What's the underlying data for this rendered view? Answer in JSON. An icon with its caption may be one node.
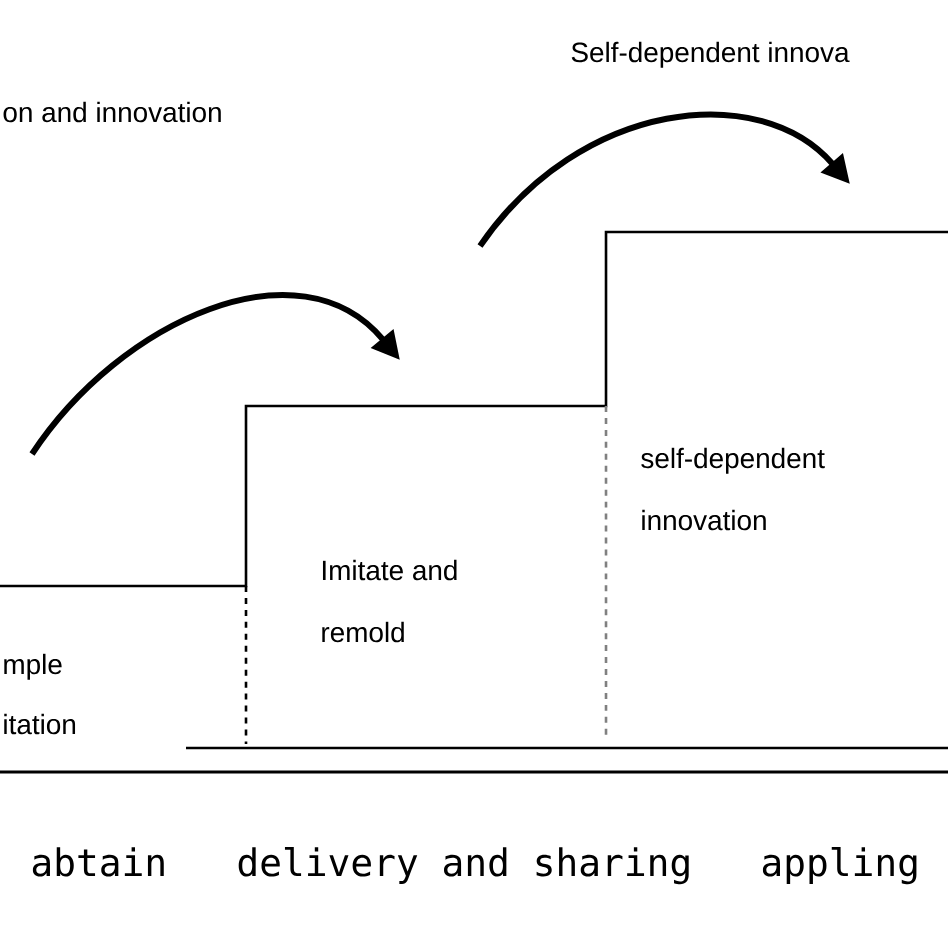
{
  "diagram": {
    "labels": [
      "Self-dependent innova",
      "on   and   innovation",
      "self-dependent",
      "innovation",
      "Imitate and",
      "remold",
      "mple",
      "itation",
      "abtain",
      "delivery and sharing",
      "appling"
    ]
  }
}
